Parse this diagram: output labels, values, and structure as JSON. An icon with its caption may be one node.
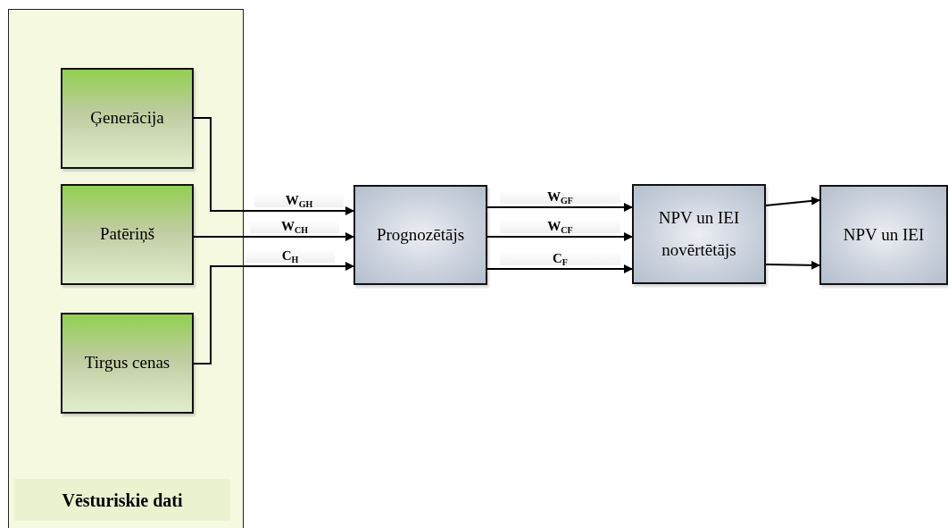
{
  "diagram": {
    "nodes": [
      {
        "text": [
          "Vēsturiskie dati"
        ]
      },
      {
        "text": [
          "Ģenerācija"
        ],
        "in": 0
      },
      {
        "text": [
          "Patēriņš"
        ],
        "in": 0
      },
      {
        "text": [
          "Tirgus cenas"
        ],
        "in": 0
      },
      {
        "text": [
          "Prognozētājs"
        ]
      },
      {
        "text": [
          "NPV un IEI novērtētājs"
        ]
      },
      {
        "text": [
          "NPV un IEI"
        ]
      }
    ],
    "edges": [
      {
        "from": 1,
        "to": 4,
        "arrow": "to",
        "label": "W$_{GH}$"
      },
      {
        "from": 2,
        "to": 4,
        "arrow": "to",
        "label": "W$_{CH}$"
      },
      {
        "from": 3,
        "to": 4,
        "arrow": "to",
        "label": "C$_{H}$"
      },
      {
        "from": 4,
        "to": 5,
        "arrow": "to",
        "label": "W$_{GF}$"
      },
      {
        "from": 4,
        "to": 5,
        "arrow": "to",
        "label": "W$_{CF}$"
      },
      {
        "from": 4,
        "to": 5,
        "arrow": "to",
        "label": "C$_{F}$"
      },
      {
        "from": 5,
        "to": 6,
        "arrow": "to"
      },
      {
        "from": 5,
        "to": 6,
        "arrow": "to"
      }
    ]
  }
}
